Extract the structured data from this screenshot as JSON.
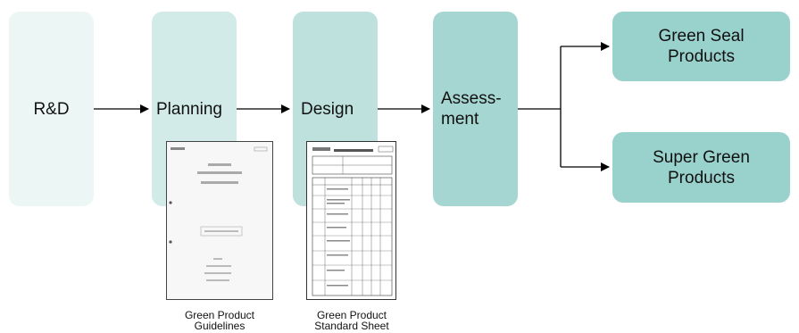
{
  "flow": {
    "rd": "R&D",
    "planning": "Planning",
    "design": "Design",
    "assessment": "Assess-\nment",
    "green_seal": "Green Seal\nProducts",
    "super_green": "Super Green\nProducts"
  },
  "documents": {
    "guidelines_caption_line1": "Green Product",
    "guidelines_caption_line2": "Guidelines",
    "standard_caption_line1": "Green Product",
    "standard_caption_line2": "Standard Sheet"
  },
  "colors": {
    "rd_box": "#ecf6f5",
    "planning_box": "#d3ebe8",
    "design_box": "#bfe1de",
    "assessment_box": "#a5d6d2",
    "product_box": "#99d1cc",
    "arrow": "#000000"
  }
}
